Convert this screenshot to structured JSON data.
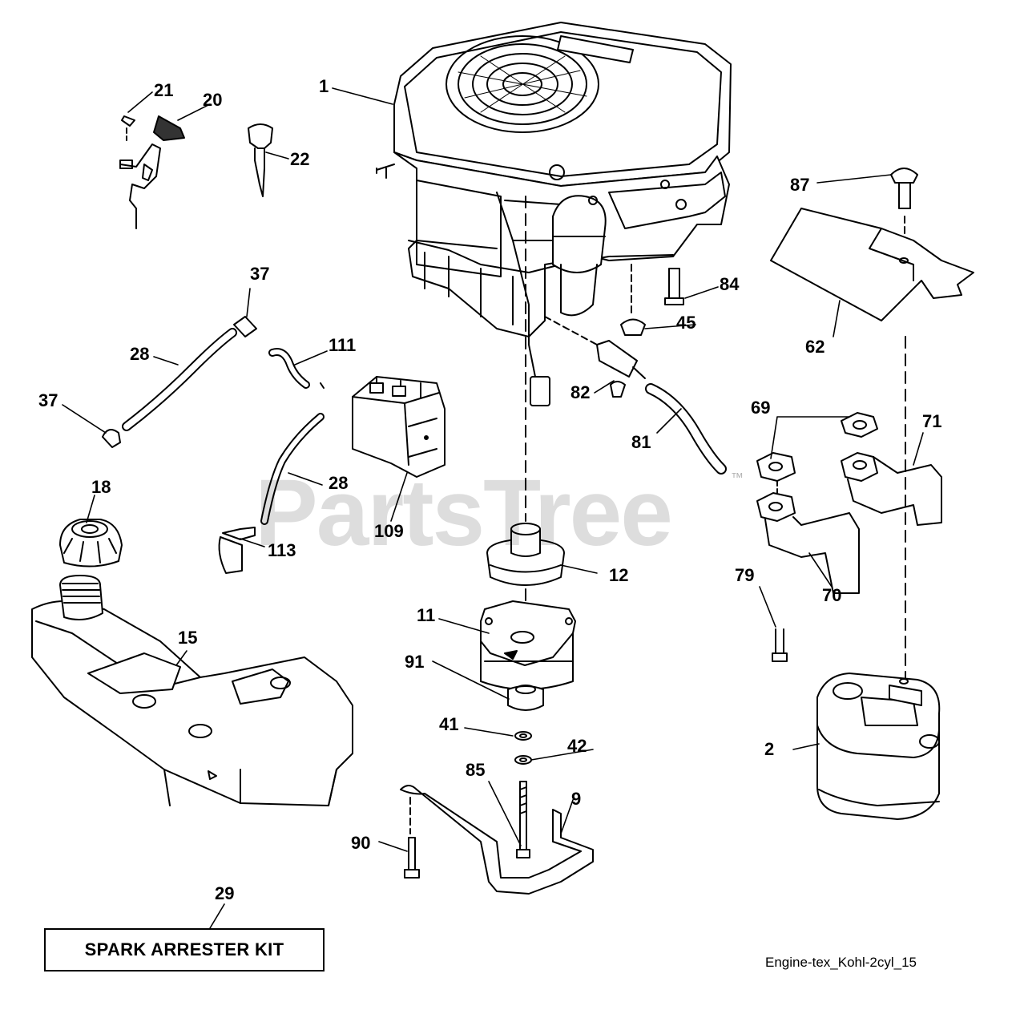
{
  "diagram": {
    "callouts": {
      "c1": "1",
      "c2": "2",
      "c9": "9",
      "c11": "11",
      "c12": "12",
      "c15": "15",
      "c18": "18",
      "c20": "20",
      "c21": "21",
      "c22": "22",
      "c28a": "28",
      "c28b": "28",
      "c29": "29",
      "c37a": "37",
      "c37b": "37",
      "c41": "41",
      "c42": "42",
      "c45": "45",
      "c62": "62",
      "c69": "69",
      "c70": "70",
      "c71": "71",
      "c79": "79",
      "c81": "81",
      "c82": "82",
      "c84": "84",
      "c85": "85",
      "c87": "87",
      "c90": "90",
      "c91": "91",
      "c109": "109",
      "c111": "111",
      "c113": "113"
    },
    "kit_label": "SPARK ARRESTER KIT",
    "caption": "Engine-tex_Kohl-2cyl_15",
    "watermark": "PartsTree",
    "trademark": "™"
  }
}
